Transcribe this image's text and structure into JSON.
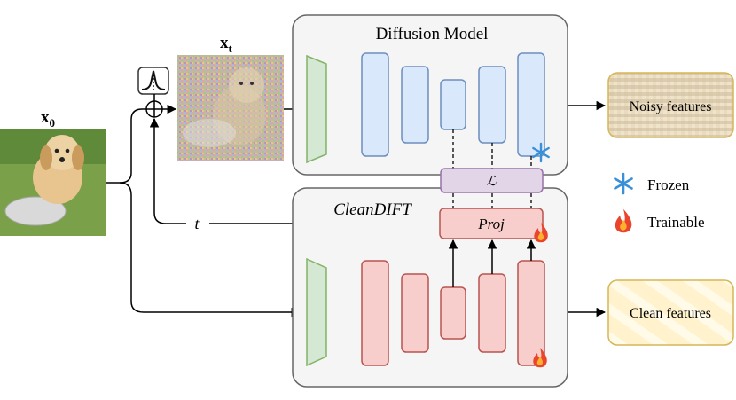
{
  "labels": {
    "x0_main": "x",
    "x0_sub": "0",
    "xt_main": "x",
    "xt_sub": "t",
    "t": "t",
    "diffusion_model": "Diffusion Model",
    "cleandift": "CleanDIFT",
    "loss": "ℒ",
    "proj": "Proj",
    "noisy_features": "Noisy features",
    "clean_features": "Clean features"
  },
  "legend": [
    {
      "icon": "snowflake-icon",
      "label": "Frozen"
    },
    {
      "icon": "fire-icon",
      "label": "Trainable"
    }
  ],
  "colors": {
    "frozen_block": "#dae8fc",
    "frozen_stroke": "#6c8ebf",
    "trainable_block": "#f8cecc",
    "trainable_stroke": "#b85450",
    "encoder": "#d5e8d4",
    "encoder_stroke": "#82b366",
    "loss": "#e1d5e7",
    "loss_stroke": "#9673a6",
    "panel": "#f5f5f5",
    "panel_stroke": "#666666",
    "clean_box": "#fff2cc",
    "clean_stroke": "#d6b656",
    "snowflake": "#3a8fd9",
    "fire": "#e8452c"
  }
}
